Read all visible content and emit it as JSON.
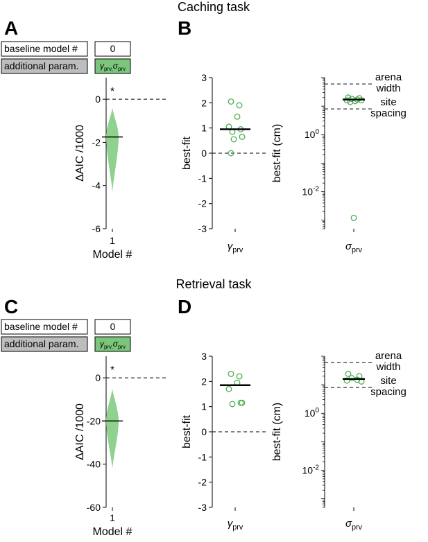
{
  "sections": [
    {
      "title": "Caching task",
      "model_panel_label": "A",
      "params_panel_label": "B",
      "boxes": {
        "baseline_label": "baseline model #",
        "baseline_value": "0",
        "additional_label": "additional param.",
        "additional_value": "γprv,σprv"
      }
    },
    {
      "title": "Retrieval task",
      "model_panel_label": "C",
      "params_panel_label": "D",
      "boxes": {
        "baseline_label": "baseline model #",
        "baseline_value": "0",
        "additional_label": "additional param.",
        "additional_value": "γprv,σprv"
      }
    }
  ],
  "colors": {
    "green_fill": "#8fd18f",
    "green_marker": "#4caf50",
    "grey_box": "#bdbdbd",
    "green_box": "#7cc67c"
  },
  "chart_data": [
    {
      "panel": "A",
      "type": "violin",
      "xlabel": "Model #",
      "ylabel": "ΔAIC /1000",
      "categories": [
        "1"
      ],
      "ylim": [
        -6,
        1
      ],
      "yticks": [
        0,
        -2,
        -4,
        -6
      ],
      "median": -1.75,
      "distribution_range": [
        -4.3,
        -0.4
      ],
      "reference_line": 0,
      "significance": "*"
    },
    {
      "panel": "B",
      "type": "scatter",
      "xlabel": "γprv",
      "ylabel": "best-fit",
      "ylim": [
        -3,
        3
      ],
      "yticks": [
        3,
        2,
        1,
        0,
        -1,
        -2,
        -3
      ],
      "points": [
        2.05,
        1.9,
        1.45,
        1.05,
        0.95,
        0.85,
        0.65,
        0.55,
        0.0
      ],
      "median": 0.95,
      "reference_line": 0
    },
    {
      "panel": "B",
      "type": "scatter",
      "scale": "log",
      "xlabel": "σprv",
      "ylabel": "best-fit (cm)",
      "ylim": [
        0.0005,
        100
      ],
      "ytick_labels": [
        "10^0",
        "10^-2"
      ],
      "yticks": [
        1,
        0.01
      ],
      "points": [
        20,
        19,
        18,
        17,
        16,
        16,
        15,
        14,
        0.0012
      ],
      "median": 17,
      "reference_lines": [
        {
          "value": 60,
          "label_line1": "arena",
          "label_line2": "width"
        },
        {
          "value": 8,
          "label_line1": "site",
          "label_line2": "spacing"
        }
      ]
    },
    {
      "panel": "C",
      "type": "violin",
      "xlabel": "Model #",
      "ylabel": "ΔAIC /1000",
      "categories": [
        "1"
      ],
      "ylim": [
        -60,
        10
      ],
      "yticks": [
        0,
        -20,
        -40,
        -60
      ],
      "median": -20,
      "distribution_range": [
        -42,
        -5
      ],
      "reference_line": 0,
      "significance": "*"
    },
    {
      "panel": "D",
      "type": "scatter",
      "xlabel": "γprv",
      "ylabel": "best-fit",
      "ylim": [
        -3,
        3
      ],
      "yticks": [
        3,
        2,
        1,
        0,
        -1,
        -2,
        -3
      ],
      "points": [
        2.3,
        2.2,
        1.95,
        1.7,
        1.15,
        1.1,
        1.15
      ],
      "median": 1.85,
      "reference_line": 0
    },
    {
      "panel": "D",
      "type": "scatter",
      "scale": "log",
      "xlabel": "σprv",
      "ylabel": "best-fit (cm)",
      "ylim": [
        0.0005,
        100
      ],
      "ytick_labels": [
        "10^0",
        "10^-2"
      ],
      "yticks": [
        1,
        0.01
      ],
      "points": [
        24,
        20,
        17,
        15,
        14,
        13
      ],
      "median": 16,
      "reference_lines": [
        {
          "value": 60,
          "label_line1": "arena",
          "label_line2": "width"
        },
        {
          "value": 8,
          "label_line1": "site",
          "label_line2": "spacing"
        }
      ]
    }
  ]
}
